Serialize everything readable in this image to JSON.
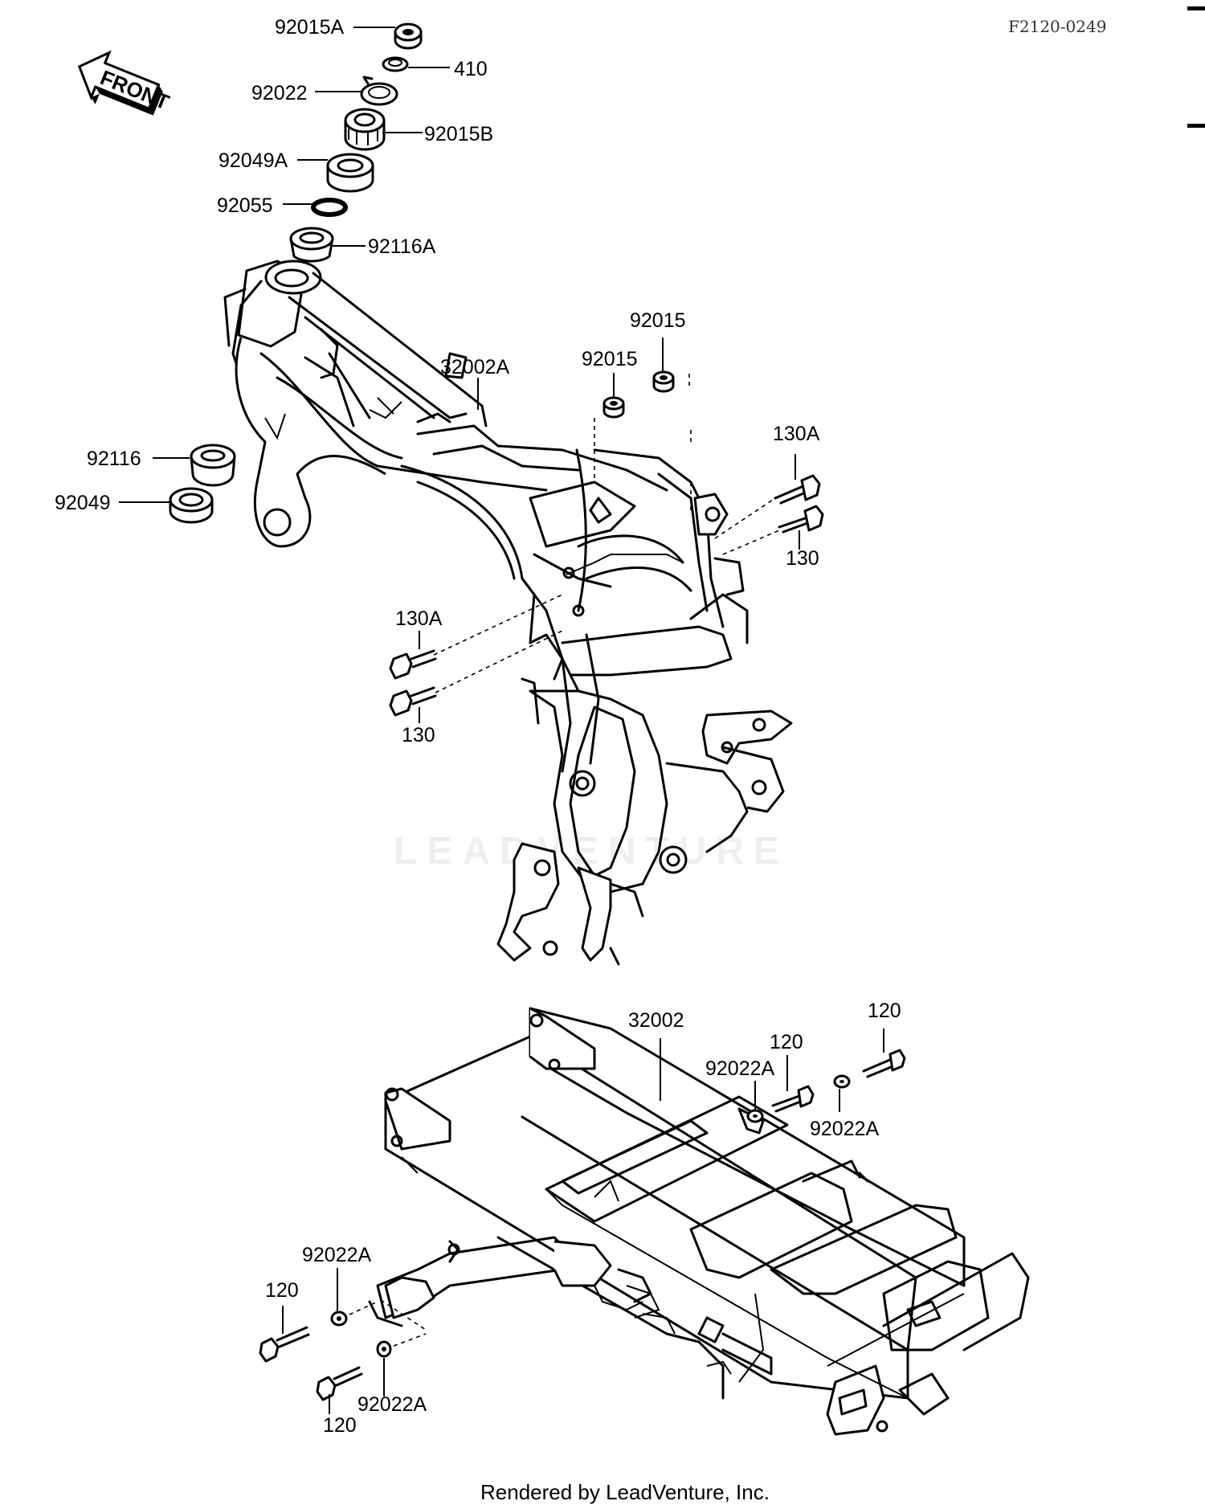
{
  "diagram_code": "F2120-0249",
  "front_arrow": {
    "label": "FRONT",
    "icon": "front-direction-arrow"
  },
  "watermark": "LEADVENTURE",
  "footer": "Rendered by LeadVenture, Inc.",
  "callouts": {
    "p92015A": "92015A",
    "p410": "410",
    "p92022": "92022",
    "p92015B": "92015B",
    "p92049A": "92049A",
    "p92055": "92055",
    "p92116A": "92116A",
    "p32002A": "32002A",
    "p92015_top": "92015",
    "p92015_mid": "92015",
    "p130A_right": "130A",
    "p130_right": "130",
    "p92116": "92116",
    "p92049": "92049",
    "p130A_left": "130A",
    "p130_left": "130",
    "p32002": "32002",
    "p120_top": "120",
    "p120_mid": "120",
    "p92022A_a": "92022A",
    "p92022A_b": "92022A",
    "p92022A_c": "92022A",
    "p120_left": "120",
    "p120_bottom": "120",
    "p92022A_d": "92022A"
  }
}
